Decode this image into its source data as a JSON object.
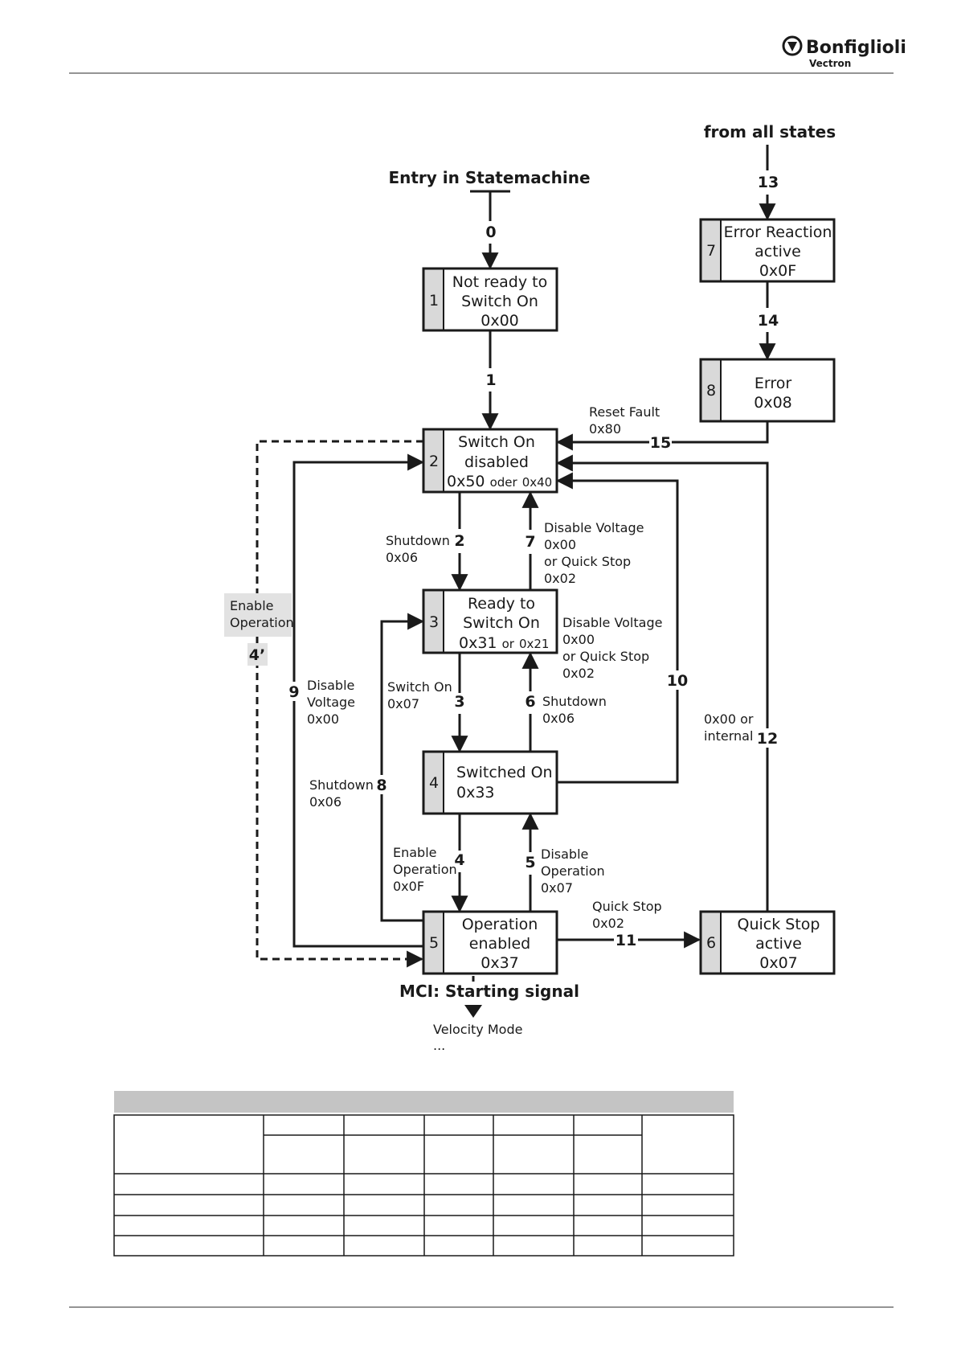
{
  "header": {
    "logo_text": "Bonfiglioli",
    "logo_sub": "Vectron"
  },
  "diagram": {
    "top_labels": {
      "from_all": "from all states",
      "entry": "Entry in Statemachine",
      "mci": "MCI: Starting signal",
      "velocity": "Velocity Mode",
      "ellipsis": "..."
    },
    "states": [
      {
        "id": "1",
        "lines": [
          "Not ready to",
          "Switch On",
          "0x00"
        ]
      },
      {
        "id": "2",
        "lines": [
          "Switch On",
          "disabled"
        ],
        "code_a": "0x50",
        "code_mid": "oder",
        "code_b": "0x40"
      },
      {
        "id": "3",
        "lines": [
          "Ready to",
          "Switch On"
        ],
        "code_a": "0x31",
        "code_mid": "or",
        "code_b": "0x21"
      },
      {
        "id": "4",
        "lines": [
          "Switched On",
          "0x33"
        ]
      },
      {
        "id": "5",
        "lines": [
          "Operation",
          "enabled",
          "0x37"
        ]
      },
      {
        "id": "6",
        "lines": [
          "Quick Stop",
          "active",
          "0x07"
        ]
      },
      {
        "id": "7",
        "lines": [
          "Error Reaction",
          "active",
          "0x0F"
        ]
      },
      {
        "id": "8",
        "lines": [
          "Error",
          "0x08"
        ]
      }
    ],
    "transitions": {
      "t0": "0",
      "t1": "1",
      "t2": "2",
      "t3": "3",
      "t4": "4",
      "t4p": "4’",
      "t5": "5",
      "t6": "6",
      "t7": "7",
      "t8": "8",
      "t9": "9",
      "t10": "10",
      "t11": "11",
      "t12": "12",
      "t13": "13",
      "t14": "14",
      "t15": "15"
    },
    "labels": {
      "reset_fault": [
        "Reset Fault",
        "0x80"
      ],
      "shutdown_2": [
        "Shutdown",
        "0x06"
      ],
      "disable_voltage_7": [
        "Disable Voltage",
        "0x00",
        "or Quick Stop",
        "0x02"
      ],
      "disable_voltage_10": [
        "Disable Voltage",
        "0x00",
        "or Quick Stop",
        "0x02"
      ],
      "enable_operation_4p": [
        "Enable",
        "Operation"
      ],
      "disable_voltage_9": [
        "Disable",
        "Voltage",
        "0x00"
      ],
      "switch_on_3": [
        "Switch On",
        "0x07"
      ],
      "shutdown_6": [
        "Shutdown",
        "0x06"
      ],
      "internal_12": [
        "0x00 or",
        "internal"
      ],
      "shutdown_8": [
        "Shutdown",
        "0x06"
      ],
      "enable_operation_4": [
        "Enable",
        "Operation",
        "0x0F"
      ],
      "disable_operation_5": [
        "Disable",
        "Operation",
        "0x07"
      ],
      "quick_stop_11": [
        "Quick Stop",
        "0x02"
      ]
    }
  },
  "colors": {
    "line": "#1a1a1a",
    "state_tab": "#d9d9d9",
    "table_header": "#c4c4c4",
    "label_box": "#e2e2e2"
  }
}
